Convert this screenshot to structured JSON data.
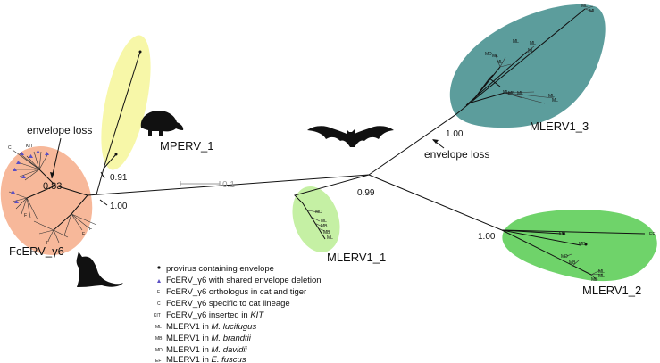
{
  "clades": {
    "fcerv": "FcERV_γ6",
    "mperv": "MPERV_1",
    "mlerv1_1": "MLERV1_1",
    "mlerv1_2": "MLERV1_2",
    "mlerv1_3": "MLERV1_3"
  },
  "support": {
    "fcerv_inner": "0.83",
    "fcerv_root": "1.00",
    "mperv": "0.91",
    "mlerv_root": "0.99",
    "mlerv1_3": "1.00",
    "mlerv1_2": "1.00"
  },
  "annotations": {
    "envelope_loss_left": "envelope loss",
    "envelope_loss_right": "envelope loss"
  },
  "scale_bar": "0.1",
  "tips": {
    "ML": "ML",
    "MB": "MB",
    "MD": "MD",
    "EF": "EF",
    "F": "F",
    "C": "C",
    "KIT": "KIT"
  },
  "legend": [
    {
      "symbol": "●",
      "label": "provirus containing envelope"
    },
    {
      "symbol": "▲",
      "label": "FcERV_γ6 with shared envelope deletion"
    },
    {
      "symbol": "F",
      "label": "FcERV_γ6 orthologus in cat and tiger"
    },
    {
      "symbol": "C",
      "label": "FcERV_γ6 specific to cat lineage"
    },
    {
      "symbol": "KIT",
      "label_plain": "FcERV_γ6 inserted in ",
      "label_italic": "KIT"
    },
    {
      "symbol": "ML",
      "label_plain": "MLERV1 in ",
      "label_italic": "M. lucifugus"
    },
    {
      "symbol": "MB",
      "label_plain": "MLERV1 in ",
      "label_italic": "M. brandtii"
    },
    {
      "symbol": "MD",
      "label_plain": "MLERV1 in ",
      "label_italic": "M. davidii"
    },
    {
      "symbol": "EF",
      "label_plain": "MLERV1 in ",
      "label_italic": "E. fuscus"
    }
  ],
  "colors": {
    "fcerv_fill": "#f7b89a",
    "mperv_fill": "#f7f7a8",
    "mlerv1_1_fill": "#c5f0a4",
    "mlerv1_2_fill": "#6fd36a",
    "mlerv1_3_fill": "#5c9d9c",
    "triangle": "#5b4fc4"
  }
}
